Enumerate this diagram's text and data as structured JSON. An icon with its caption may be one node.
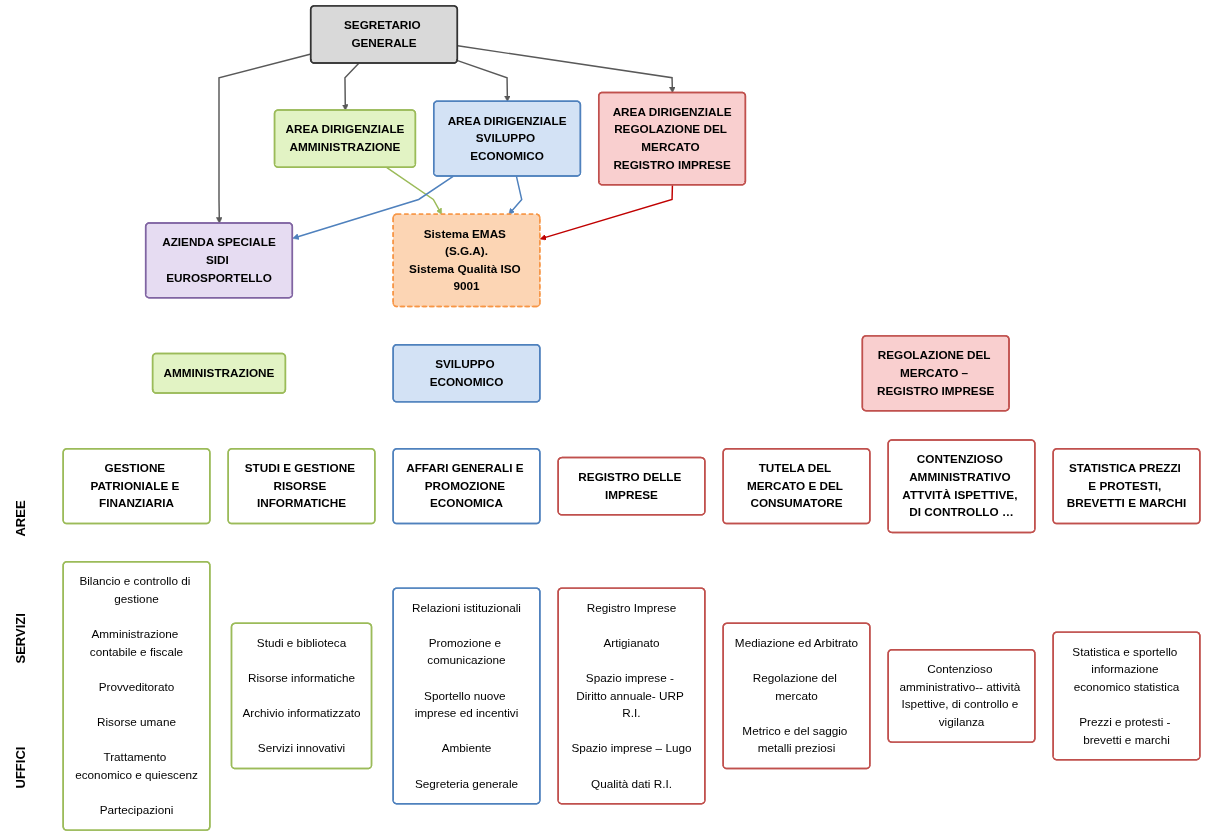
{
  "diagram": {
    "nodes": [
      {
        "text": [
          "SEGRETARIO GENERALE"
        ]
      },
      {
        "text": [
          "AZIENDA SPECIALE",
          "SIDI EUROSPORTELLO"
        ]
      },
      {
        "text": [
          "AREA DIRIGENZIALE",
          "AMMINISTRAZIONE"
        ]
      },
      {
        "text": [
          "AREA DIRIGENZIALE",
          "SVILUPPO ECONOMICO"
        ]
      },
      {
        "text": [
          "AREA DIRIGENZIALE",
          "REGOLAZIONE DEL MERCATO REGISTRO IMPRESE"
        ]
      },
      {
        "text": [
          "Sistema EMAS (S.G.A).",
          "Sistema Qualità ISO 9001"
        ]
      },
      {
        "text": [
          "AMMINISTRAZIONE"
        ]
      },
      {
        "text": [
          "SVILUPPO ECONOMICO"
        ]
      },
      {
        "text": [
          "REGOLAZIONE DEL MERCATO – REGISTRO IMPRESE"
        ]
      },
      {
        "text": [
          "GESTIONE PATRIONIALE E FINANZIARIA"
        ]
      },
      {
        "text": [
          "STUDI E GESTIONE RISORSE INFORMATICHE"
        ]
      },
      {
        "text": [
          "AFFARI GENERALI E PROMOZIONE ECONOMICA"
        ]
      },
      {
        "text": [
          "REGISTRO DELLE IMPRESE"
        ]
      },
      {
        "text": [
          "TUTELA DEL MERCATO E DEL CONSUMATORE"
        ]
      },
      {
        "text": [
          "CONTENZIOSO AMMINISTRATIVO ATTVITÀ ISPETTIVE, DI CONTROLLO …"
        ]
      },
      {
        "text": [
          "STATISTICA PREZZI E PROTESTI, BREVETTI E MARCHI"
        ]
      },
      {
        "text": [
          "Bilancio e controllo di gestione",
          "Amministrazione contabile e fiscale",
          "Provveditorato",
          "Risorse umane",
          "Trattamento economico e quiescenz",
          "Partecipazioni"
        ]
      },
      {
        "text": [
          "Studi e biblioteca",
          "Risorse informatiche",
          "Archivio informatizzato",
          "Servizi innovativi"
        ]
      },
      {
        "text": [
          "Relazioni istituzionali",
          "Promozione e comunicazione",
          "Sportello nuove imprese ed incentivi",
          "Ambiente",
          "Segreteria generale"
        ]
      },
      {
        "text": [
          "Registro Imprese",
          "Artigianato",
          "Spazio imprese - Diritto annuale- URP R.I.",
          "Spazio imprese – Lugo",
          "Qualità dati R.I."
        ]
      },
      {
        "text": [
          "Mediazione ed Arbitrato",
          "Regolazione del mercato",
          "Metrico e del saggio metalli preziosi"
        ]
      },
      {
        "text": [
          "Contenzioso amministrativo-- attività Ispettive, di controllo e vigilanza"
        ]
      },
      {
        "text": [
          "Statistica e sportello informazione economico statistica",
          "Prezzi e protesti - brevetti e marchi"
        ]
      }
    ],
    "edges": [
      {
        "from": 0,
        "to": 2,
        "arrow": "to"
      },
      {
        "from": 0,
        "to": 3,
        "arrow": "to"
      },
      {
        "from": 0,
        "to": 4,
        "arrow": "to"
      },
      {
        "from": 0,
        "to": 1,
        "arrow": "to"
      },
      {
        "from": 2,
        "to": 5,
        "arrow": "to",
        "color": "#9bbb59"
      },
      {
        "from": 3,
        "to": 5,
        "arrow": "to",
        "color": "#4f81bd"
      },
      {
        "from": 3,
        "to": 1,
        "arrow": "to",
        "color": "#4f81bd"
      },
      {
        "from": 4,
        "to": 5,
        "arrow": "to",
        "color": "#c00000"
      }
    ],
    "labels": [
      "AREE",
      "SERVIZI",
      "UFFICI"
    ]
  }
}
